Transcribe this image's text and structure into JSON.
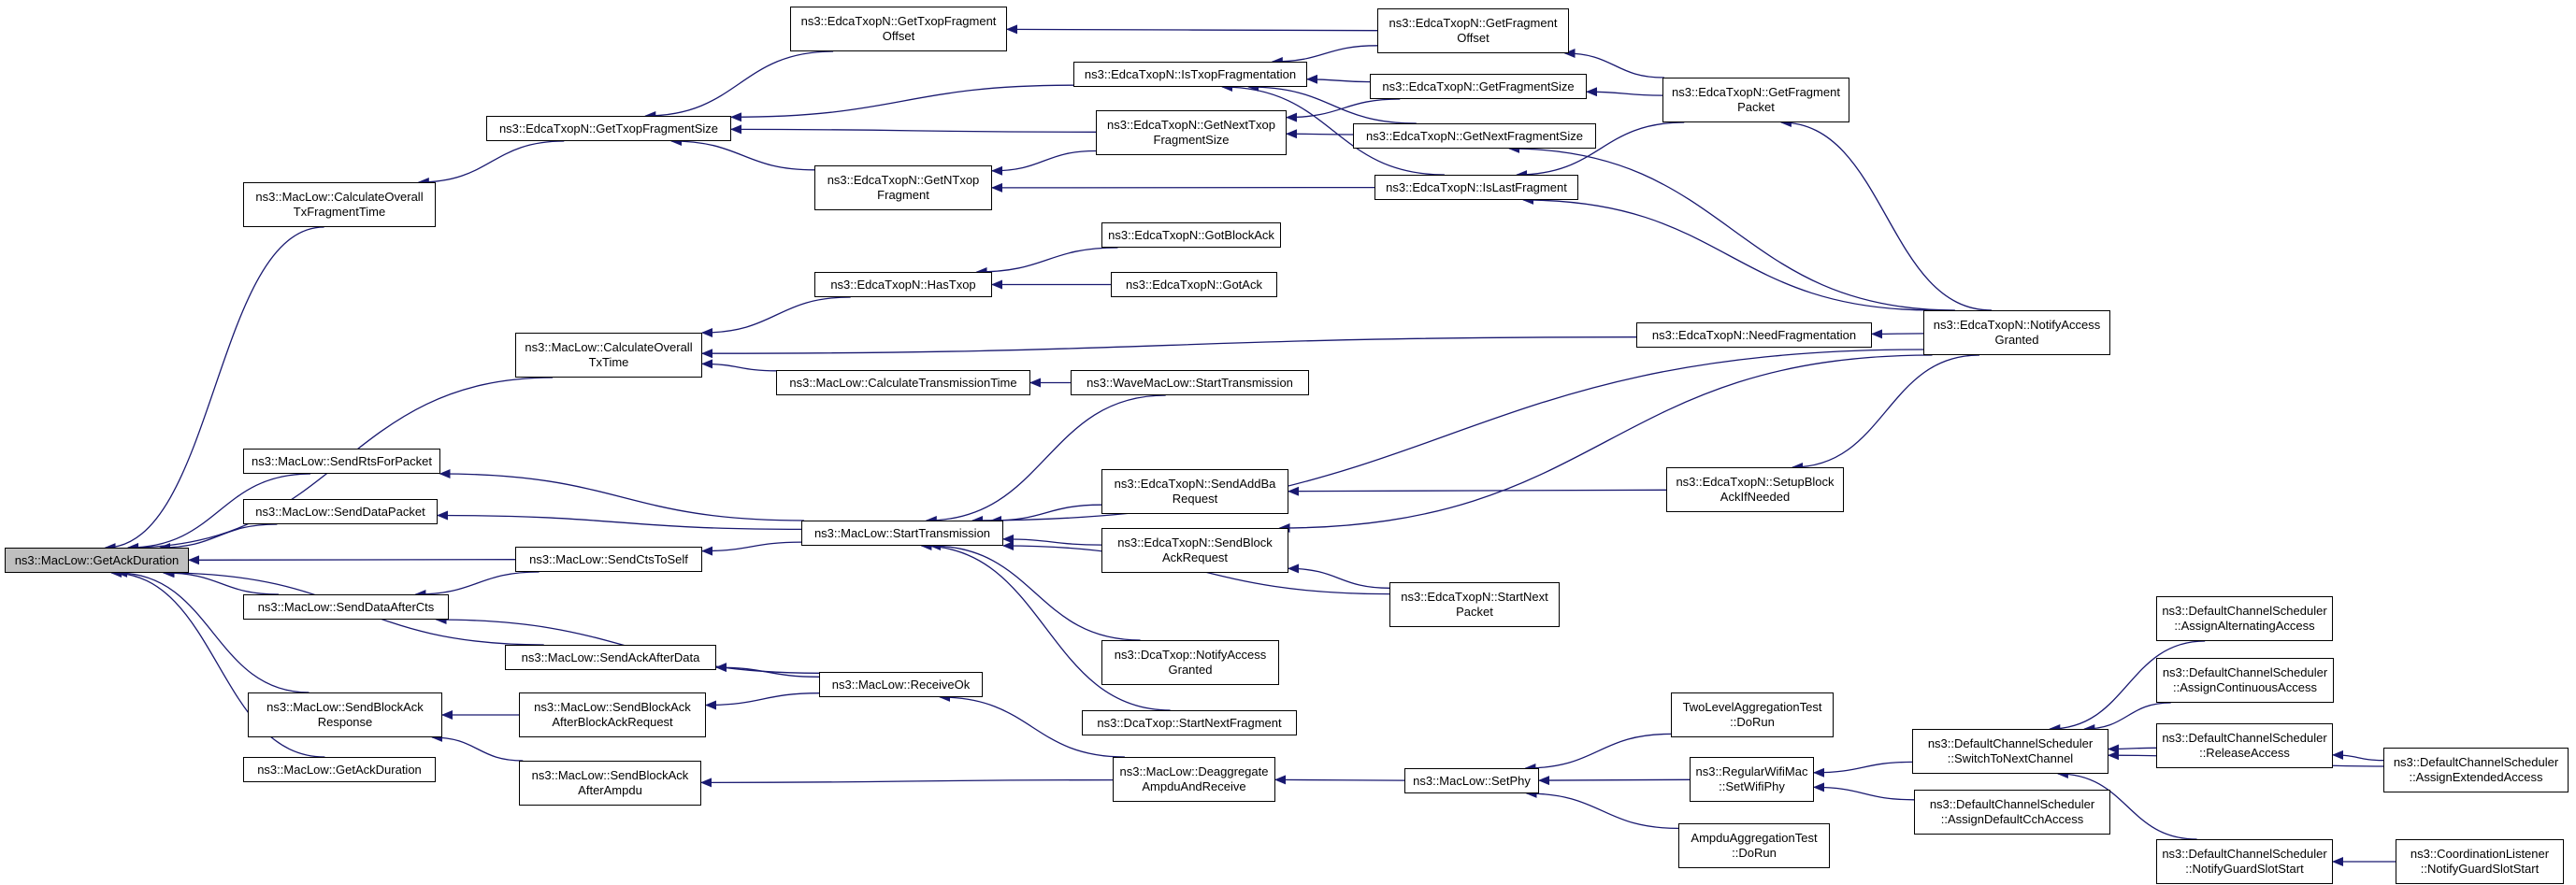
{
  "nodes": [
    {
      "id": "root",
      "lines": [
        "ns3::MacLow::GetAckDuration"
      ],
      "root": true
    },
    {
      "id": "calcFrag",
      "lines": [
        "ns3::MacLow::CalculateOverall",
        "TxFragmentTime"
      ]
    },
    {
      "id": "calcTx",
      "lines": [
        "ns3::MacLow::CalculateOverall",
        "TxTime"
      ]
    },
    {
      "id": "sendRts",
      "lines": [
        "ns3::MacLow::SendRtsForPacket"
      ]
    },
    {
      "id": "sendData",
      "lines": [
        "ns3::MacLow::SendDataPacket"
      ]
    },
    {
      "id": "sendDataCts",
      "lines": [
        "ns3::MacLow::SendDataAfterCts"
      ]
    },
    {
      "id": "sendBarResp",
      "lines": [
        "ns3::MacLow::SendBlockAck",
        "Response"
      ]
    },
    {
      "id": "getAck2",
      "lines": [
        "ns3::MacLow::GetAckDuration"
      ]
    },
    {
      "id": "getTxopFragSize",
      "lines": [
        "ns3::EdcaTxopN::GetTxopFragmentSize"
      ]
    },
    {
      "id": "getTxopFragOff",
      "lines": [
        "ns3::EdcaTxopN::GetTxopFragment",
        "Offset"
      ]
    },
    {
      "id": "getNTxopFrag",
      "lines": [
        "ns3::EdcaTxopN::GetNTxop",
        "Fragment"
      ]
    },
    {
      "id": "hasTxop",
      "lines": [
        "ns3::EdcaTxopN::HasTxop"
      ]
    },
    {
      "id": "calcTransTime",
      "lines": [
        "ns3::MacLow::CalculateTransmissionTime"
      ]
    },
    {
      "id": "sendCtsSelf",
      "lines": [
        "ns3::MacLow::SendCtsToSelf"
      ]
    },
    {
      "id": "startTrans",
      "lines": [
        "ns3::MacLow::StartTransmission"
      ]
    },
    {
      "id": "sendAckData",
      "lines": [
        "ns3::MacLow::SendAckAfterData"
      ]
    },
    {
      "id": "receiveOk",
      "lines": [
        "ns3::MacLow::ReceiveOk"
      ]
    },
    {
      "id": "sendBaBar",
      "lines": [
        "ns3::MacLow::SendBlockAck",
        "AfterBlockAckRequest"
      ]
    },
    {
      "id": "sendBaAmpdu",
      "lines": [
        "ns3::MacLow::SendBlockAck",
        "AfterAmpdu"
      ]
    },
    {
      "id": "isTxopFrag",
      "lines": [
        "ns3::EdcaTxopN::IsTxopFragmentation"
      ]
    },
    {
      "id": "getNextTxopFragSize",
      "lines": [
        "ns3::EdcaTxopN::GetNextTxop",
        "FragmentSize"
      ]
    },
    {
      "id": "gotBlockAck",
      "lines": [
        "ns3::EdcaTxopN::GotBlockAck"
      ]
    },
    {
      "id": "gotAck",
      "lines": [
        "ns3::EdcaTxopN::GotAck"
      ]
    },
    {
      "id": "waveStart",
      "lines": [
        "ns3::WaveMacLow::StartTransmission"
      ]
    },
    {
      "id": "sendAddBa",
      "lines": [
        "ns3::EdcaTxopN::SendAddBa",
        "Request"
      ]
    },
    {
      "id": "sendBar",
      "lines": [
        "ns3::EdcaTxopN::SendBlock",
        "AckRequest"
      ]
    },
    {
      "id": "dcaNotify",
      "lines": [
        "ns3::DcaTxop::NotifyAccess",
        "Granted"
      ]
    },
    {
      "id": "dcaStartNext",
      "lines": [
        "ns3::DcaTxop::StartNextFragment"
      ]
    },
    {
      "id": "deaggregate",
      "lines": [
        "ns3::MacLow::Deaggregate",
        "AmpduAndReceive"
      ]
    },
    {
      "id": "getFragOff",
      "lines": [
        "ns3::EdcaTxopN::GetFragment",
        "Offset"
      ]
    },
    {
      "id": "getFragSize",
      "lines": [
        "ns3::EdcaTxopN::GetFragmentSize"
      ]
    },
    {
      "id": "getNextFragSize",
      "lines": [
        "ns3::EdcaTxopN::GetNextFragmentSize"
      ]
    },
    {
      "id": "isLastFrag",
      "lines": [
        "ns3::EdcaTxopN::IsLastFragment"
      ]
    },
    {
      "id": "needFrag",
      "lines": [
        "ns3::EdcaTxopN::NeedFragmentation"
      ]
    },
    {
      "id": "setupBa",
      "lines": [
        "ns3::EdcaTxopN::SetupBlock",
        "AckIfNeeded"
      ]
    },
    {
      "id": "startNextPkt",
      "lines": [
        "ns3::EdcaTxopN::StartNext",
        "Packet"
      ]
    },
    {
      "id": "setPhy",
      "lines": [
        "ns3::MacLow::SetPhy"
      ]
    },
    {
      "id": "getFragPkt",
      "lines": [
        "ns3::EdcaTxopN::GetFragment",
        "Packet"
      ]
    },
    {
      "id": "notifyAccess",
      "lines": [
        "ns3::EdcaTxopN::NotifyAccess",
        "Granted"
      ]
    },
    {
      "id": "twoLevel",
      "lines": [
        "TwoLevelAggregationTest",
        "::DoRun"
      ]
    },
    {
      "id": "regularWifi",
      "lines": [
        "ns3::RegularWifiMac",
        "::SetWifiPhy"
      ]
    },
    {
      "id": "ampduTest",
      "lines": [
        "AmpduAggregationTest",
        "::DoRun"
      ]
    },
    {
      "id": "switchNext",
      "lines": [
        "ns3::DefaultChannelScheduler",
        "::SwitchToNextChannel"
      ]
    },
    {
      "id": "assignDefault",
      "lines": [
        "ns3::DefaultChannelScheduler",
        "::AssignDefaultCchAccess"
      ]
    },
    {
      "id": "assignAlt",
      "lines": [
        "ns3::DefaultChannelScheduler",
        "::AssignAlternatingAccess"
      ]
    },
    {
      "id": "assignCont",
      "lines": [
        "ns3::DefaultChannelScheduler",
        "::AssignContinuousAccess"
      ]
    },
    {
      "id": "release",
      "lines": [
        "ns3::DefaultChannelScheduler",
        "::ReleaseAccess"
      ]
    },
    {
      "id": "notifyGuard",
      "lines": [
        "ns3::DefaultChannelScheduler",
        "::NotifyGuardSlotStart"
      ]
    },
    {
      "id": "assignExt",
      "lines": [
        "ns3::DefaultChannelScheduler",
        "::AssignExtendedAccess"
      ]
    },
    {
      "id": "coordListener",
      "lines": [
        "ns3::CoordinationListener",
        "::NotifyGuardSlotStart"
      ]
    }
  ],
  "edges": [
    [
      "calcFrag",
      "root"
    ],
    [
      "calcTx",
      "root"
    ],
    [
      "sendRts",
      "root"
    ],
    [
      "sendData",
      "root"
    ],
    [
      "sendCtsSelf",
      "root"
    ],
    [
      "sendDataCts",
      "root"
    ],
    [
      "sendAckData",
      "root"
    ],
    [
      "sendBarResp",
      "root"
    ],
    [
      "getAck2",
      "root"
    ],
    [
      "getTxopFragSize",
      "calcFrag"
    ],
    [
      "hasTxop",
      "calcTx"
    ],
    [
      "calcTransTime",
      "calcTx"
    ],
    [
      "needFrag",
      "calcTx"
    ],
    [
      "startTrans",
      "sendRts"
    ],
    [
      "startTrans",
      "sendData"
    ],
    [
      "startTrans",
      "sendCtsSelf"
    ],
    [
      "sendCtsSelf",
      "sendDataCts"
    ],
    [
      "receiveOk",
      "sendDataCts"
    ],
    [
      "receiveOk",
      "sendAckData"
    ],
    [
      "sendBaBar",
      "sendBarResp"
    ],
    [
      "sendBaAmpdu",
      "sendBarResp"
    ],
    [
      "receiveOk",
      "sendBaBar"
    ],
    [
      "deaggregate",
      "sendBaAmpdu"
    ],
    [
      "deaggregate",
      "receiveOk"
    ],
    [
      "getTxopFragOff",
      "getTxopFragSize"
    ],
    [
      "isTxopFrag",
      "getTxopFragSize"
    ],
    [
      "getNextTxopFragSize",
      "getTxopFragSize"
    ],
    [
      "getNTxopFrag",
      "getTxopFragSize"
    ],
    [
      "getFragOff",
      "getTxopFragOff"
    ],
    [
      "getNextTxopFragSize",
      "getNTxopFrag"
    ],
    [
      "isLastFrag",
      "getNTxopFrag"
    ],
    [
      "getFragOff",
      "isTxopFrag"
    ],
    [
      "getFragSize",
      "isTxopFrag"
    ],
    [
      "getNextFragSize",
      "isTxopFrag"
    ],
    [
      "isLastFrag",
      "isTxopFrag"
    ],
    [
      "getFragSize",
      "getNextTxopFragSize"
    ],
    [
      "getNextFragSize",
      "getNextTxopFragSize"
    ],
    [
      "gotBlockAck",
      "hasTxop"
    ],
    [
      "gotAck",
      "hasTxop"
    ],
    [
      "waveStart",
      "calcTransTime"
    ],
    [
      "waveStart",
      "startTrans"
    ],
    [
      "notifyAccess",
      "startTrans"
    ],
    [
      "sendAddBa",
      "startTrans"
    ],
    [
      "sendBar",
      "startTrans"
    ],
    [
      "startNextPkt",
      "startTrans"
    ],
    [
      "dcaNotify",
      "startTrans"
    ],
    [
      "dcaStartNext",
      "startTrans"
    ],
    [
      "getFragPkt",
      "getFragOff"
    ],
    [
      "getFragPkt",
      "getFragSize"
    ],
    [
      "notifyAccess",
      "getNextFragSize"
    ],
    [
      "getFragPkt",
      "isLastFrag"
    ],
    [
      "notifyAccess",
      "isLastFrag"
    ],
    [
      "notifyAccess",
      "getFragPkt"
    ],
    [
      "notifyAccess",
      "needFrag"
    ],
    [
      "setupBa",
      "sendAddBa"
    ],
    [
      "notifyAccess",
      "setupBa"
    ],
    [
      "notifyAccess",
      "sendBar"
    ],
    [
      "startNextPkt",
      "sendBar"
    ],
    [
      "setPhy",
      "deaggregate"
    ],
    [
      "twoLevel",
      "setPhy"
    ],
    [
      "regularWifi",
      "setPhy"
    ],
    [
      "ampduTest",
      "setPhy"
    ],
    [
      "switchNext",
      "regularWifi"
    ],
    [
      "assignDefault",
      "regularWifi"
    ],
    [
      "assignAlt",
      "switchNext"
    ],
    [
      "assignCont",
      "switchNext"
    ],
    [
      "release",
      "switchNext"
    ],
    [
      "assignExt",
      "switchNext"
    ],
    [
      "notifyGuard",
      "switchNext"
    ],
    [
      "assignExt",
      "release"
    ],
    [
      "coordListener",
      "notifyGuard"
    ]
  ],
  "colors": {
    "edge": "#191970",
    "node_border": "#000000",
    "node_fill": "#ffffff",
    "root_fill": "#bfbfbf"
  }
}
